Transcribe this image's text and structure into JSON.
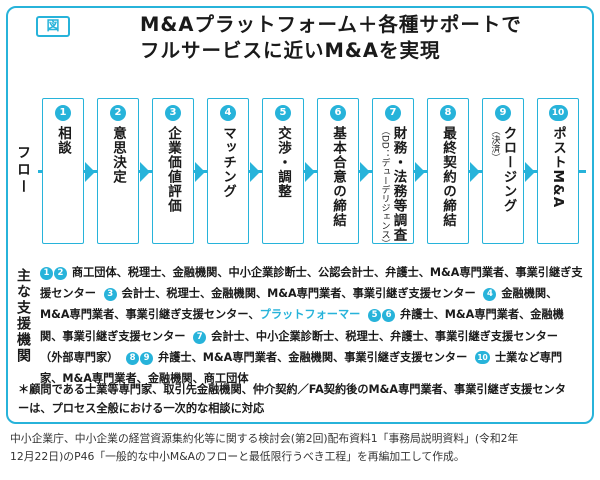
{
  "figure_label": "図",
  "title": {
    "line1": "M&Aプラットフォーム＋各種サポートで",
    "line2": "フルサービスに近いM&Aを実現"
  },
  "flow_label": "フロー",
  "steps": [
    {
      "num": "1",
      "label": "相談"
    },
    {
      "num": "2",
      "label": "意思決定"
    },
    {
      "num": "3",
      "label": "企業価値評価"
    },
    {
      "num": "4",
      "label": "マッチング"
    },
    {
      "num": "5",
      "label": "交渉・調整"
    },
    {
      "num": "6",
      "label": "基本合意の締結"
    },
    {
      "num": "7",
      "label": "財務・法務等調査",
      "sub": "（DD：デューデリジェンス）"
    },
    {
      "num": "8",
      "label": "最終契約の締結"
    },
    {
      "num": "9",
      "label": "クロージング",
      "sub": "（決済）"
    },
    {
      "num": "10",
      "label": "ポストM&A"
    }
  ],
  "support_label": "主な支援機関",
  "support": {
    "n12a": "1",
    "n12b": "2",
    "t12": " 商工団体、税理士、金融機関、中小企業診断士、公認会計士、弁護士、M&A専門業者、事業引継ぎ支",
    "t12b": "援センター",
    "n3": "3",
    "t3": " 会計士、税理士、金融機関、M&A専門業者、事業引継ぎ支援センター",
    "n4": "4",
    "t4a": " 金融機関、",
    "t4b": "M&A専門業者、事業引継ぎ支援センター、",
    "t4_highlight": "プラットフォーマー",
    "n56a": "5",
    "n56b": "6",
    "t56a": " 弁護士、M&A専門業者、金融機",
    "t56b": "関、事業引継ぎ支援センター",
    "n7": "7",
    "t7a": " 会計士、中小企業診断士、税理士、弁護士、事業引継ぎ支援センター",
    "t7b": "（外部専門家）",
    "n89a": "8",
    "n89b": "9",
    "t89": " 弁護士、M&A専門業者、金融機関、事業引継ぎ支援センター",
    "n10": "10",
    "t10a": " 士業など専門",
    "t10b": "家、M&A専門業者、金融機関、商工団体"
  },
  "note": {
    "line1": "＊顧問である士業等専門家、取引先金融機関、仲介契約／FA契約後のM&A専門業者、事業引継ぎ支援センタ",
    "line2": "ーは、プロセス全般における一次的な相談に対応"
  },
  "source": {
    "line1": "中小企業庁、中小企業の経営資源集約化等に関する検討会(第2回)配布資料1「事務局説明資料」(令和2年",
    "line2": "12月22日)のP46「一般的な中小M&Aのフローと最低限行うべき工程」を再編加工して作成。"
  },
  "colors": {
    "accent": "#27b3da",
    "text": "#1a1a1a"
  }
}
